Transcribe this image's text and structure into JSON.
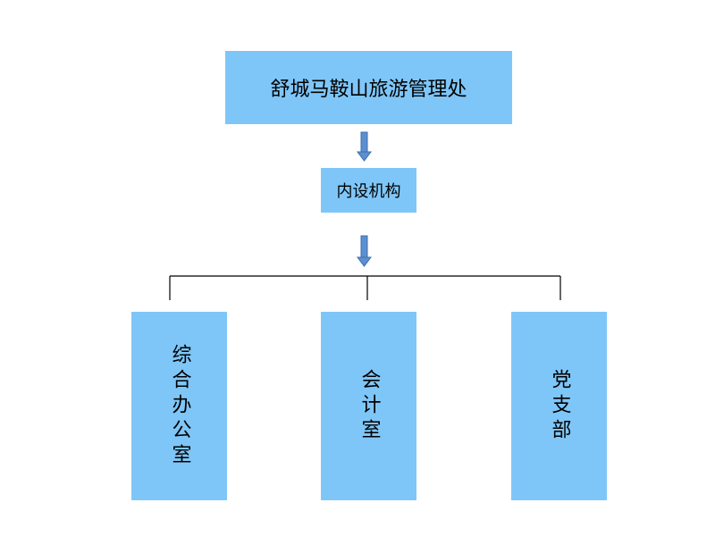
{
  "diagram": {
    "top_box": {
      "label": "舒城马鞍山旅游管理处"
    },
    "middle_box": {
      "label": "内设机构"
    },
    "departments": [
      {
        "label": "综合办公室"
      },
      {
        "label": "会计室"
      },
      {
        "label": "党支部"
      }
    ]
  },
  "colors": {
    "box_fill": "#7fc6f8",
    "arrow_fill": "#5b8fd0",
    "line": "#000000"
  }
}
